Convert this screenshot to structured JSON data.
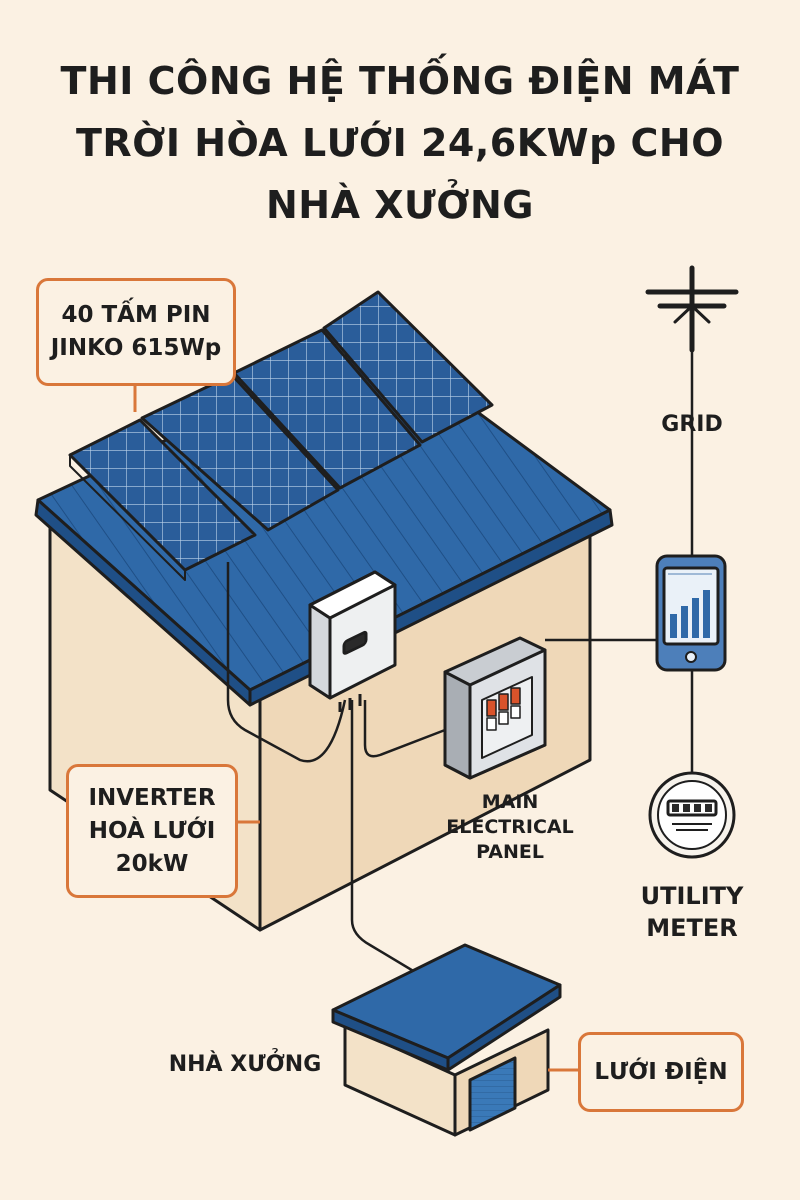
{
  "title": {
    "line1": "THI  CÔNG HỆ THỐNG ĐIỆN MÁT",
    "line2": "TRỜI HÒA LƯỚI 24,6KWp CHO",
    "line3": "NHÀ XƯỞNG"
  },
  "callouts": {
    "panels": {
      "line1": "40 TẤM PIN",
      "line2": "JINKO 615Wp"
    },
    "inverter": {
      "line1": "INVERTER",
      "line2": "HOÀ LƯỚI",
      "line3": "20kW"
    },
    "grid_box": {
      "line1": "LƯỚI ĐIỆN"
    }
  },
  "labels": {
    "grid": "GRID",
    "main_panel": {
      "line1": "MAIN",
      "line2": "ELECTRICAL",
      "line3": "PANEL"
    },
    "utility_meter": {
      "line1": "UTILITY",
      "line2": "METER"
    },
    "factory": "NHÀ XƯỞNG"
  },
  "icons": {
    "utility_pole": "utility-pole-icon",
    "smartphone": "smartphone-monitoring-icon",
    "meter": "utility-meter-icon",
    "inverter": "inverter-icon",
    "electrical_panel": "electrical-panel-icon"
  },
  "colors": {
    "background": "#fbf1e3",
    "roof_blue": "#2f69a8",
    "panel_blue": "#2a5d9a",
    "wall": "#f3e2c8",
    "callout_border": "#d9773a",
    "outline": "#1e1e1e"
  }
}
